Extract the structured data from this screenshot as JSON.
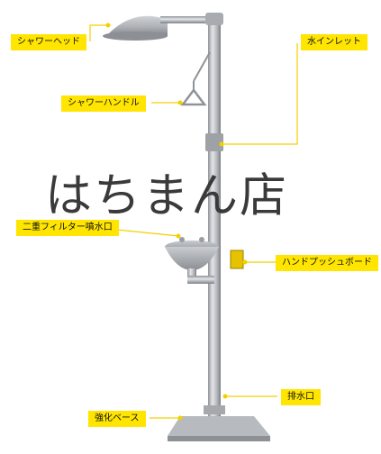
{
  "watermark": "はちまん店",
  "callouts": {
    "shower_head": "シャワーヘッド",
    "water_inlet": "水インレット",
    "shower_handle": "シャワーハンドル",
    "dual_filter_nozzle": "二重フィルター噴水口",
    "push_board": "ハンドプッシュボード",
    "drain": "排水口",
    "base": "強化ベース"
  },
  "colors": {
    "label_bg": "#ffe500",
    "leader_line": "#f2d000",
    "steel": "#b9bcc0"
  }
}
